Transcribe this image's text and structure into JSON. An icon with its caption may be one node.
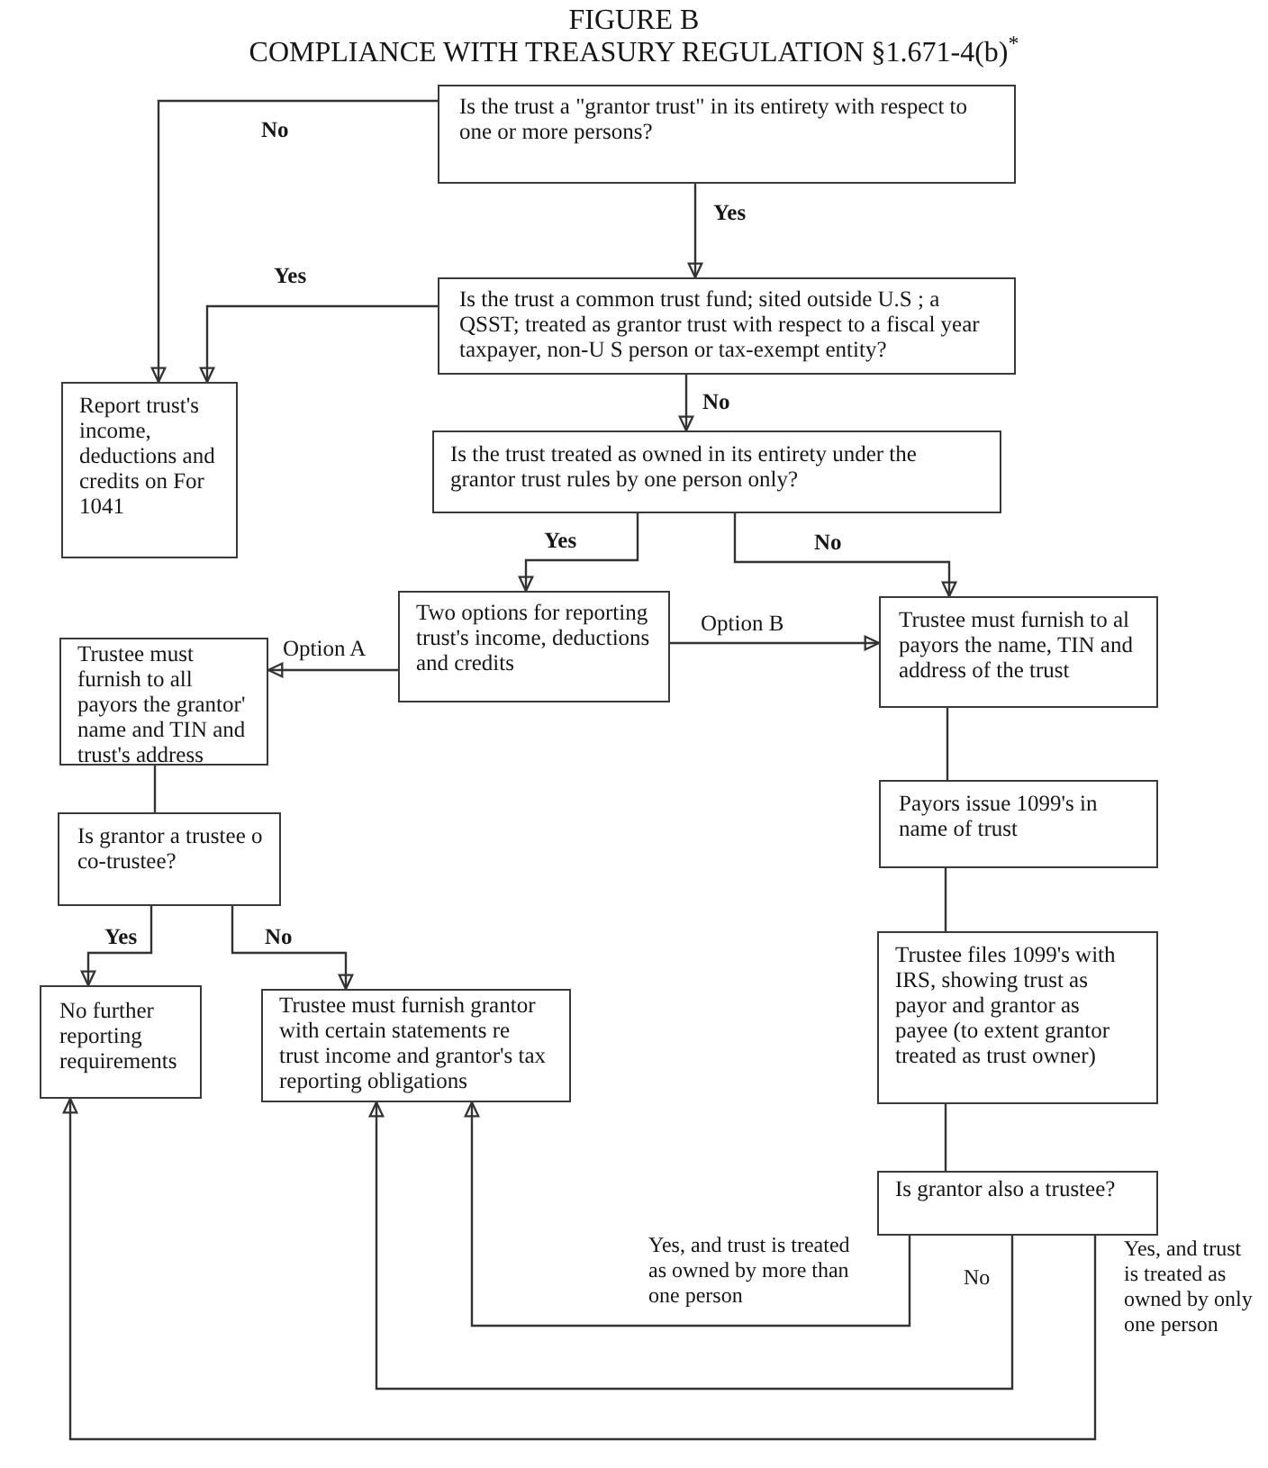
{
  "diagram": {
    "title": "COMPLIANCE WITH TREASURY REGULATION §1.671-4(b)$^{*}$",
    "nodes": [
      {
        "text": [
          "Is the trust a \"grantor trust\" in its entirety with respect to one or more persons?"
        ]
      },
      {
        "text": [
          "Is the trust a common trust fund; sited outside U.S ; a QSST; treated as grantor trust with respect to a fiscal year taxpayer, non-U S person or tax-exempt entity?"
        ]
      },
      {
        "text": [
          "Report trust's income, deductions and credits on For 1041"
        ]
      },
      {
        "text": [
          "Is the trust treated as owned in its entirety under the grantor trust rules by one person only?"
        ]
      },
      {
        "text": [
          "Two options for reporting trust's income, deductions and credits"
        ]
      },
      {
        "text": [
          "Trustee must furnish to all payors the grantor' name and TIN and trust's address"
        ]
      },
      {
        "text": [
          "Trustee must furnish to al payors the name, TIN and address of the trust"
        ]
      },
      {
        "text": [
          "Is grantor a trustee o co-trustee?"
        ]
      },
      {
        "text": [
          "No further reporting requirements"
        ]
      },
      {
        "text": [
          "Trustee must furnish grantor with certain statements re trust income and grantor's tax reporting obligations"
        ]
      },
      {
        "text": [
          "Payors issue 1099's in name of trust"
        ]
      },
      {
        "text": [
          "Trustee files 1099's with IRS, showing trust as payor and grantor as payee (to extent grantor treated as trust owner)"
        ]
      },
      {
        "text": [
          "Is grantor also a trustee?"
        ]
      }
    ],
    "edges": [
      {
        "from": 0,
        "to": 2,
        "arrow": "to",
        "label": "No"
      },
      {
        "from": 1,
        "to": 2,
        "arrow": "to",
        "label": "Yes"
      },
      {
        "from": 0,
        "to": 1,
        "arrow": "to",
        "label": "Yes"
      },
      {
        "from": 1,
        "to": 3,
        "arrow": "to",
        "label": "No"
      },
      {
        "from": 3,
        "to": 4,
        "arrow": "to",
        "label": "Yes"
      },
      {
        "from": 3,
        "to": 6,
        "arrow": "to",
        "label": "No"
      },
      {
        "from": 4,
        "to": 5,
        "arrow": "to",
        "label": "Option A"
      },
      {
        "from": 4,
        "to": 6,
        "arrow": "to",
        "label": "Option B"
      },
      {
        "from": 5,
        "to": 7,
        "arrow": "none"
      },
      {
        "from": 7,
        "to": 8,
        "arrow": "to",
        "label": "Yes"
      },
      {
        "from": 7,
        "to": 9,
        "arrow": "to",
        "label": "No"
      },
      {
        "from": 6,
        "to": 10,
        "arrow": "none"
      },
      {
        "from": 10,
        "to": 11,
        "arrow": "none"
      },
      {
        "from": 11,
        "to": 12,
        "arrow": "none"
      },
      {
        "from": 12,
        "to": 9,
        "arrow": "to",
        "label": "Yes, and trust is treated as owned by more than one person"
      },
      {
        "from": 12,
        "to": 9,
        "arrow": "to",
        "label": "No"
      },
      {
        "from": 12,
        "to": 8,
        "arrow": "to",
        "label": "Yes, and trust is treated as owned by only one person"
      }
    ],
    "labels": [
      "FIGURE B"
    ]
  }
}
